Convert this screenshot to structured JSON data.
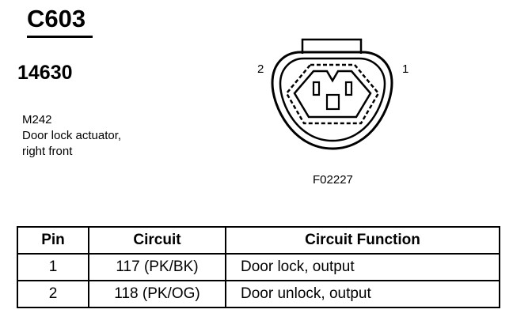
{
  "header": {
    "connector_id": "C603",
    "part_number": "14630"
  },
  "description": {
    "code": "M242",
    "line1": "Door lock actuator,",
    "line2": "right front"
  },
  "diagram": {
    "pin_left": "2",
    "pin_right": "1",
    "figure_code": "F02227"
  },
  "table": {
    "headers": [
      "Pin",
      "Circuit",
      "Circuit Function"
    ],
    "rows": [
      {
        "pin": "1",
        "circuit": "117 (PK/BK)",
        "function": "Door lock, output"
      },
      {
        "pin": "2",
        "circuit": "118 (PK/OG)",
        "function": "Door unlock, output"
      }
    ]
  }
}
